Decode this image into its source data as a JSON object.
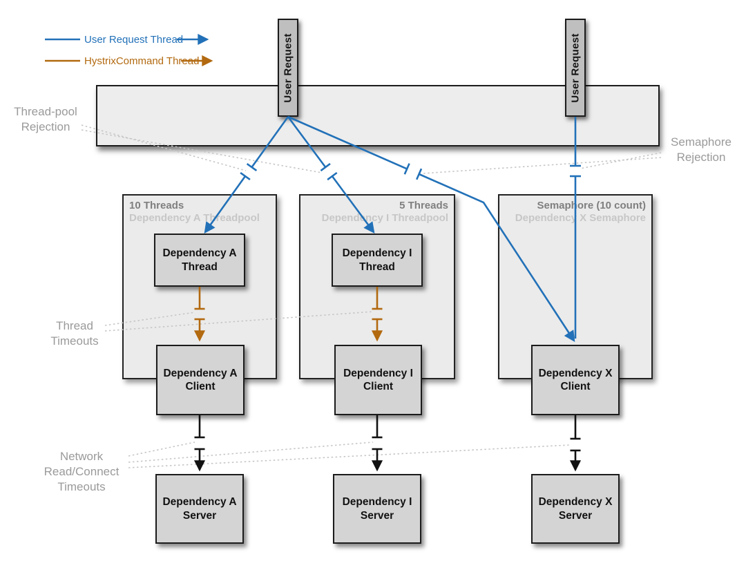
{
  "legend": {
    "user_request_thread_label": "User Request Thread",
    "hystrix_command_thread_label": "HystrixCommand Thread",
    "user_request_thread_color": "#2271b8",
    "hystrix_command_thread_color": "#b2690f"
  },
  "user_request_box_label": "User Request",
  "pools": [
    {
      "threads": "10 Threads",
      "name": "Dependency A Threadpool"
    },
    {
      "threads": "5 Threads",
      "name": "Dependency I Threadpool"
    },
    {
      "threads": "Semaphore (10 count)",
      "name": "Dependency X Semaphore"
    }
  ],
  "nodes": {
    "thread_a": [
      "Dependency A",
      "Thread"
    ],
    "thread_i": [
      "Dependency I",
      "Thread"
    ],
    "client_a": [
      "Dependency A",
      "Client"
    ],
    "client_i": [
      "Dependency I",
      "Client"
    ],
    "client_x": [
      "Dependency X",
      "Client"
    ],
    "server_a": [
      "Dependency A",
      "Server"
    ],
    "server_i": [
      "Dependency I",
      "Server"
    ],
    "server_x": [
      "Dependency X",
      "Server"
    ]
  },
  "annotations": {
    "thread_pool_rejection": [
      "Thread-pool",
      "Rejection"
    ],
    "semaphore_rejection": [
      "Semaphore",
      "Rejection"
    ],
    "thread_timeouts": [
      "Thread",
      "Timeouts"
    ],
    "network_timeouts": [
      "Network",
      "Read/Connect",
      "Timeouts"
    ]
  },
  "colors": {
    "bar_fill": "#ededed",
    "pool_fill": "#ebebeb",
    "node_fill": "#d4d4d4",
    "user_request_box_fill": "#bfbfbf",
    "annotation_gray": "#9a9a9a",
    "network_line": "#111111"
  }
}
